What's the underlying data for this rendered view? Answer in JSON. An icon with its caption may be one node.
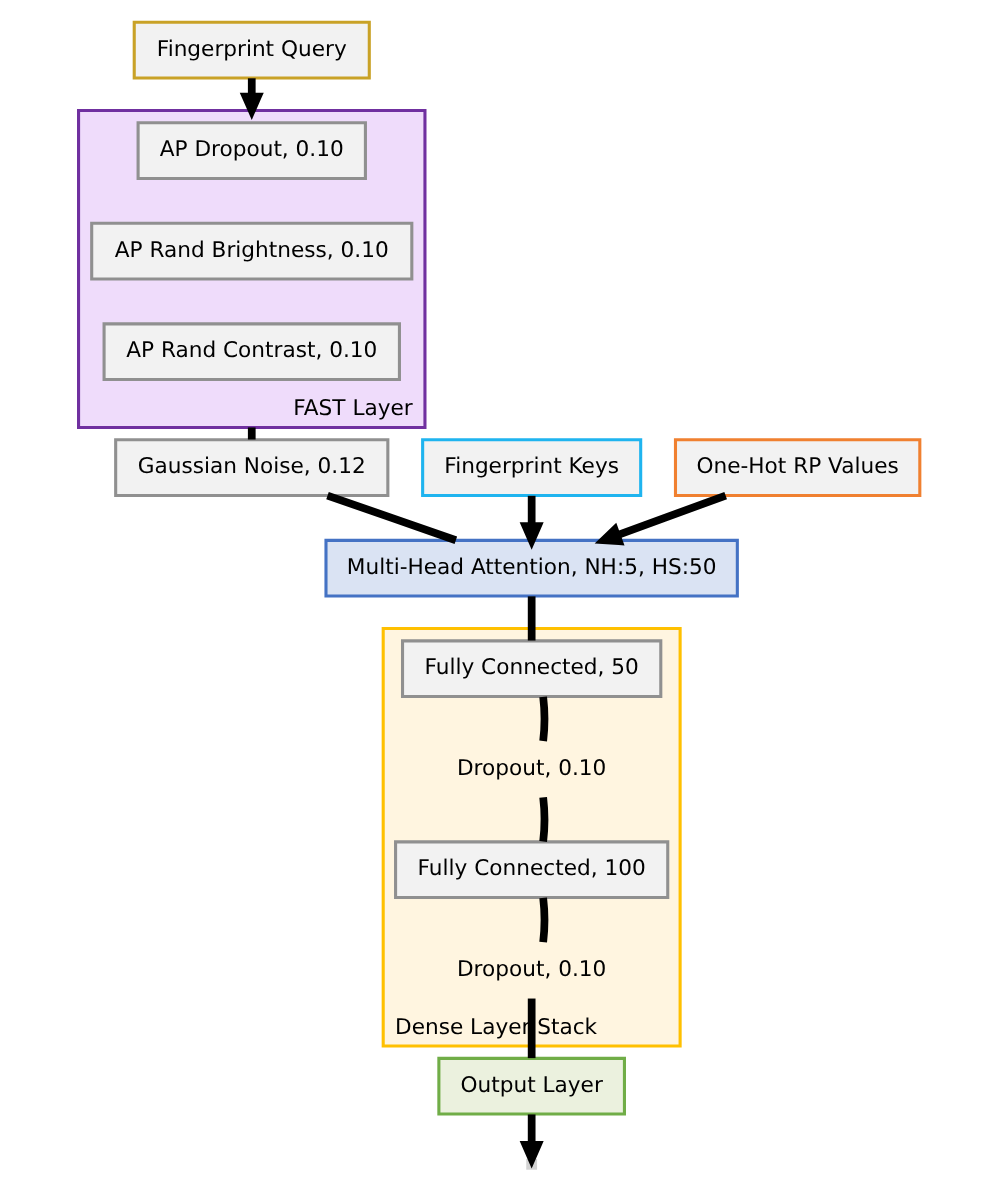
{
  "diagram": {
    "nodes": [
      {
        "text": [
          "Fingerprint Query"
        ]
      },
      {
        "text": [
          "Fingerprint Keys"
        ]
      },
      {
        "text": [
          "One-Hot RP Values"
        ]
      },
      {
        "text": [
          "FAST Layer"
        ]
      },
      {
        "text": [
          "AP Dropout, 0.10"
        ],
        "in": 3
      },
      {
        "text": [
          "AP Rand Brightness, 0.10"
        ],
        "in": 3
      },
      {
        "text": [
          "AP Rand Contrast, 0.10"
        ],
        "in": 3
      },
      {
        "text": [
          "Gaussian Noise, 0.12"
        ]
      },
      {
        "text": [
          "Multi-Head Attention, NH:5, HS:50"
        ]
      },
      {
        "text": [
          "Dense Layer Stack"
        ]
      },
      {
        "text": [
          "Fully Connected, 50"
        ],
        "in": 9
      },
      {
        "text": [
          "Dropout, 0.10"
        ],
        "in": 9
      },
      {
        "text": [
          "Fully Connected, 100"
        ],
        "in": 9
      },
      {
        "text": [
          "Dropout, 0.10"
        ],
        "in": 9
      },
      {
        "text": [
          "Output Layer"
        ]
      }
    ],
    "edges": [
      {
        "from": 0,
        "to": 3,
        "arrow": "to"
      },
      {
        "from": 3,
        "to": 7,
        "arrow": "none"
      },
      {
        "from": 7,
        "to": 8,
        "arrow": "none"
      },
      {
        "from": 1,
        "to": 8,
        "arrow": "to"
      },
      {
        "from": 2,
        "to": 8,
        "arrow": "to"
      },
      {
        "from": 8,
        "to": 10,
        "arrow": "none"
      },
      {
        "from": 10,
        "to": 11,
        "arrow": "none"
      },
      {
        "from": 11,
        "to": 12,
        "arrow": "none"
      },
      {
        "from": 12,
        "to": 13,
        "arrow": "none"
      },
      {
        "from": 13,
        "to": 14,
        "arrow": "none"
      },
      {
        "from": 14,
        "to": null,
        "arrow": "to"
      }
    ]
  }
}
